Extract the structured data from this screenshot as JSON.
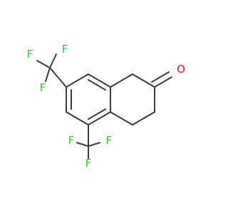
{
  "colors": {
    "bond": "#3b3b3b",
    "fluorine": "#33cc33",
    "oxygen": "#ff0d0d"
  },
  "atoms": {
    "o1": "O",
    "f1": "F",
    "f2": "F",
    "f3": "F",
    "f4": "F",
    "f5": "F",
    "f6": "F"
  }
}
